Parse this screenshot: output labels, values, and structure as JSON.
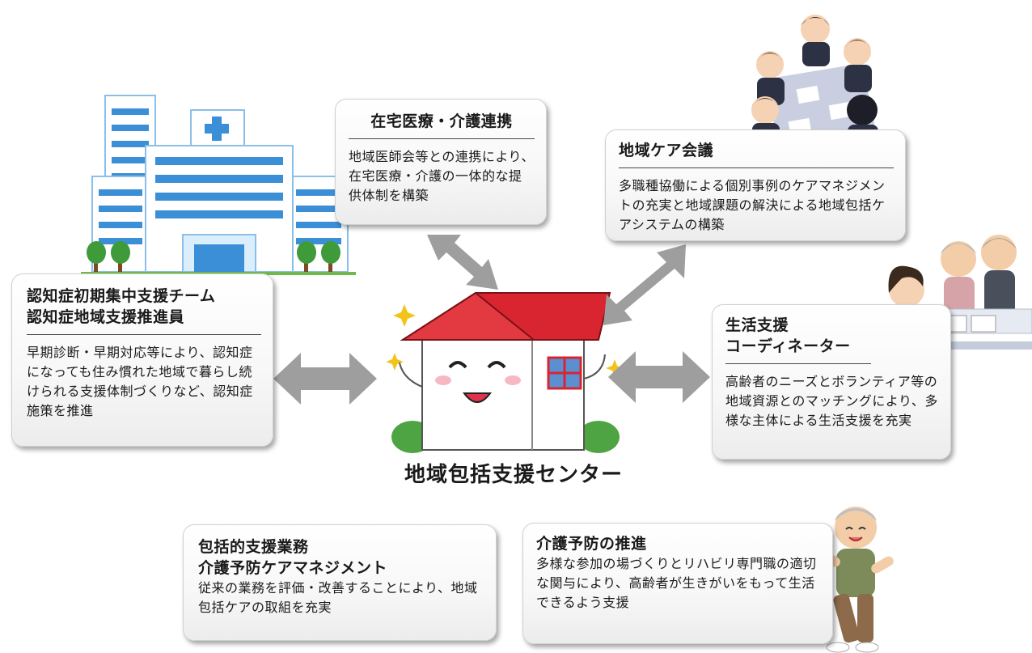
{
  "center": {
    "label": "地域包括支援センター"
  },
  "cards": {
    "dementia": {
      "title_line1": "認知症初期集中支援チーム",
      "title_line2": "認知症地域支援推進員",
      "body": "早期診断・早期対応等により、認知症になっても住み慣れた地域で暮らし続けられる支援体制づくりなど、認知症施策を推進"
    },
    "homecare": {
      "title": "在宅医療・介護連携",
      "body": "地域医師会等との連携により、在宅医療・介護の一体的な提供体制を構築"
    },
    "meeting": {
      "title": "地域ケア会議",
      "body": "多職種協働による個別事例のケアマネジメントの充実と地域課題の解決による地域包括ケアシステムの構築"
    },
    "coordinator": {
      "title_line1": "生活支援",
      "title_line2": "コーディネーター",
      "body": "高齢者のニーズとボランティア等の地域資源とのマッチングにより、多様な主体による生活支援を充実"
    },
    "comprehensive": {
      "title_line1": "包括的支援業務",
      "title_line2": "介護予防ケアマネジメント",
      "body": "従来の業務を評価・改善することにより、地域包括ケアの取組を充実"
    },
    "prevention": {
      "title": "介護予防の推進",
      "body": "多様な参加の場づくりとリハビリ専門職の適切な関与により、高齢者が生きがいをもって生活できるよう支援"
    }
  },
  "colors": {
    "arrow": "#9e9e9e",
    "roof": "#d9252f",
    "building_blue": "#3a8fd6",
    "card_border": "#d0d0d0"
  },
  "icons": [
    "hospital-icon",
    "meeting-people-icon",
    "coordinator-people-icon",
    "house-mascot-icon",
    "elderly-exercise-icon"
  ]
}
